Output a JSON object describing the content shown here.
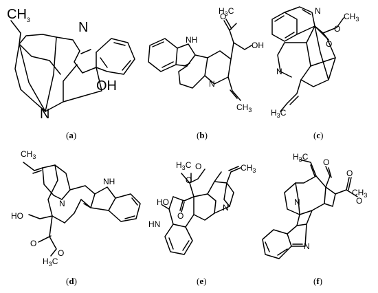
{
  "figure": {
    "background": "#ffffff",
    "line_color": "#000000",
    "panels": [
      {
        "id": "a",
        "caption_letter": "a",
        "labels": {
          "methyl": "CH",
          "methyl_sub": "3",
          "imine_n": "N",
          "hydroxyl": "OH",
          "amine_n": "N"
        }
      },
      {
        "id": "b",
        "caption_letter": "b",
        "labels": {
          "nh": "NH",
          "amine_n": "N",
          "ester_o": "O",
          "ester_methyl": "H",
          "ester_methyl_sub": "3",
          "ester_methyl_c": "C",
          "hydroxyl": "OH",
          "methyl": "CH",
          "methyl_sub": "3"
        }
      },
      {
        "id": "c",
        "caption_letter": "c",
        "labels": {
          "imine_n": "N",
          "ester_o1": "O",
          "ester_o2": "O",
          "ester_methyl": "CH",
          "ester_methyl_sub": "3",
          "amine_n": "N",
          "ethylidene": "H",
          "ethylidene_sub": "3",
          "ethylidene_c": "C"
        }
      },
      {
        "id": "d",
        "caption_letter": "d",
        "labels": {
          "methyl": "CH",
          "methyl_sub": "3",
          "nh": "NH",
          "amine_n": "N",
          "hydroxyl": "HO",
          "ester_o1": "O",
          "ester_o2": "O",
          "ester_methyl": "H",
          "ester_methyl_sub": "3",
          "ester_methyl_c": "C"
        }
      },
      {
        "id": "e",
        "caption_letter": "e",
        "labels": {
          "ester_methyl": "H",
          "ester_methyl_sub": "3",
          "ester_methyl_c": "C",
          "ester_o1": "O",
          "ester_o2": "O",
          "methyl": "CH",
          "methyl_sub": "3",
          "hydroxyl": "HO",
          "ketone_o": "O",
          "nh": "HN",
          "amine_n": "N"
        }
      },
      {
        "id": "f",
        "caption_letter": "f",
        "labels": {
          "ethylidene": "H",
          "ethylidene_sub": "3",
          "ethylidene_c": "C",
          "amine_n": "N",
          "aldehyde_o": "O",
          "ester_o1": "O",
          "ester_o2": "O",
          "ester_methyl": "CH",
          "ester_methyl_sub": "3",
          "indolenine_n": "N"
        }
      }
    ]
  }
}
